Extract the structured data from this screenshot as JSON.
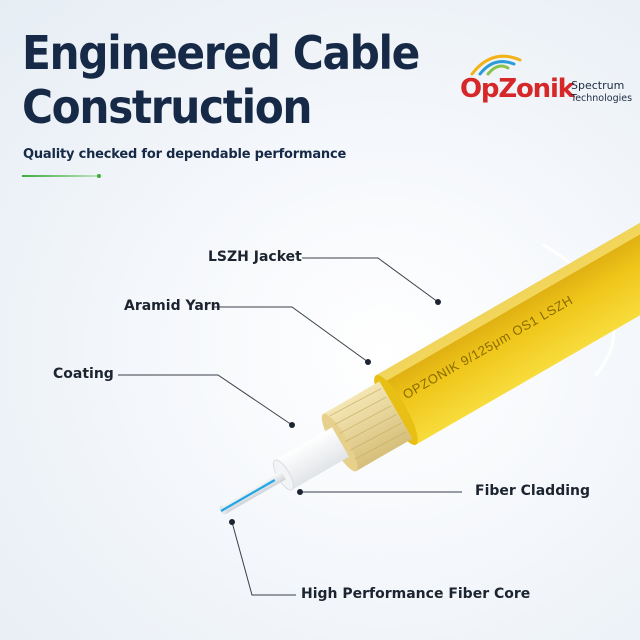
{
  "header": {
    "title_line1": "Engineered Cable",
    "title_line2": "Construction",
    "subtitle": "Quality checked for dependable performance"
  },
  "logo": {
    "name": "OpZonik",
    "tagline_line1": "Spectrum",
    "tagline_line2": "Technologies"
  },
  "cable": {
    "print": "OPZONIK  9/125μm  OS1  LSZH"
  },
  "callouts": {
    "jacket": "LSZH Jacket",
    "yarn": "Aramid Yarn",
    "coating": "Coating",
    "cladding": "Fiber Cladding",
    "core": "High Performance Fiber Core"
  },
  "colors": {
    "title": "#162946",
    "brand_red": "#d62828",
    "jacket_yellow": "#f2cd1a",
    "yarn": "#e9d59a",
    "accent_green": "#3cae3a"
  }
}
